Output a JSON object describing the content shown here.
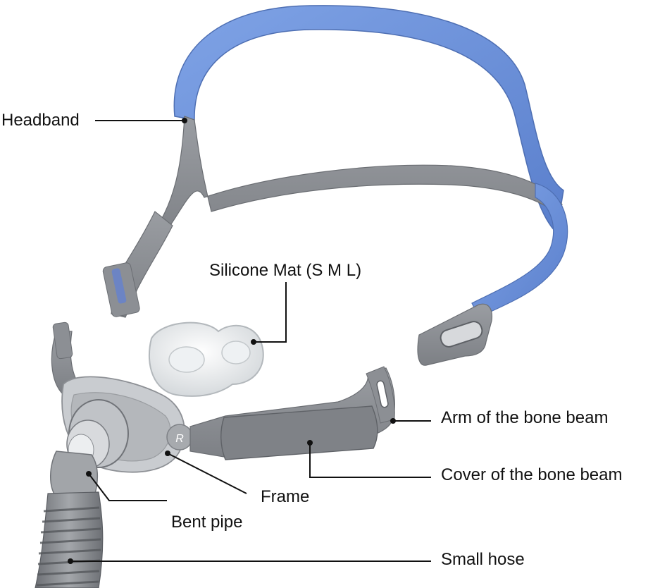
{
  "labels": {
    "headband": "Headband",
    "silicone_mat": "Silicone Mat (S M L)",
    "arm_bone_beam": "Arm of the bone beam",
    "cover_bone_beam": "Cover of the bone beam",
    "frame": "Frame",
    "bent_pipe": "Bent pipe",
    "small_hose": "Small hose"
  },
  "frame_badge": "R",
  "colors": {
    "headband_blue": "#6b93db",
    "strap_gray": "#8c8f94",
    "frame_gray": "#b9bcc0",
    "leader_line": "#111111"
  }
}
